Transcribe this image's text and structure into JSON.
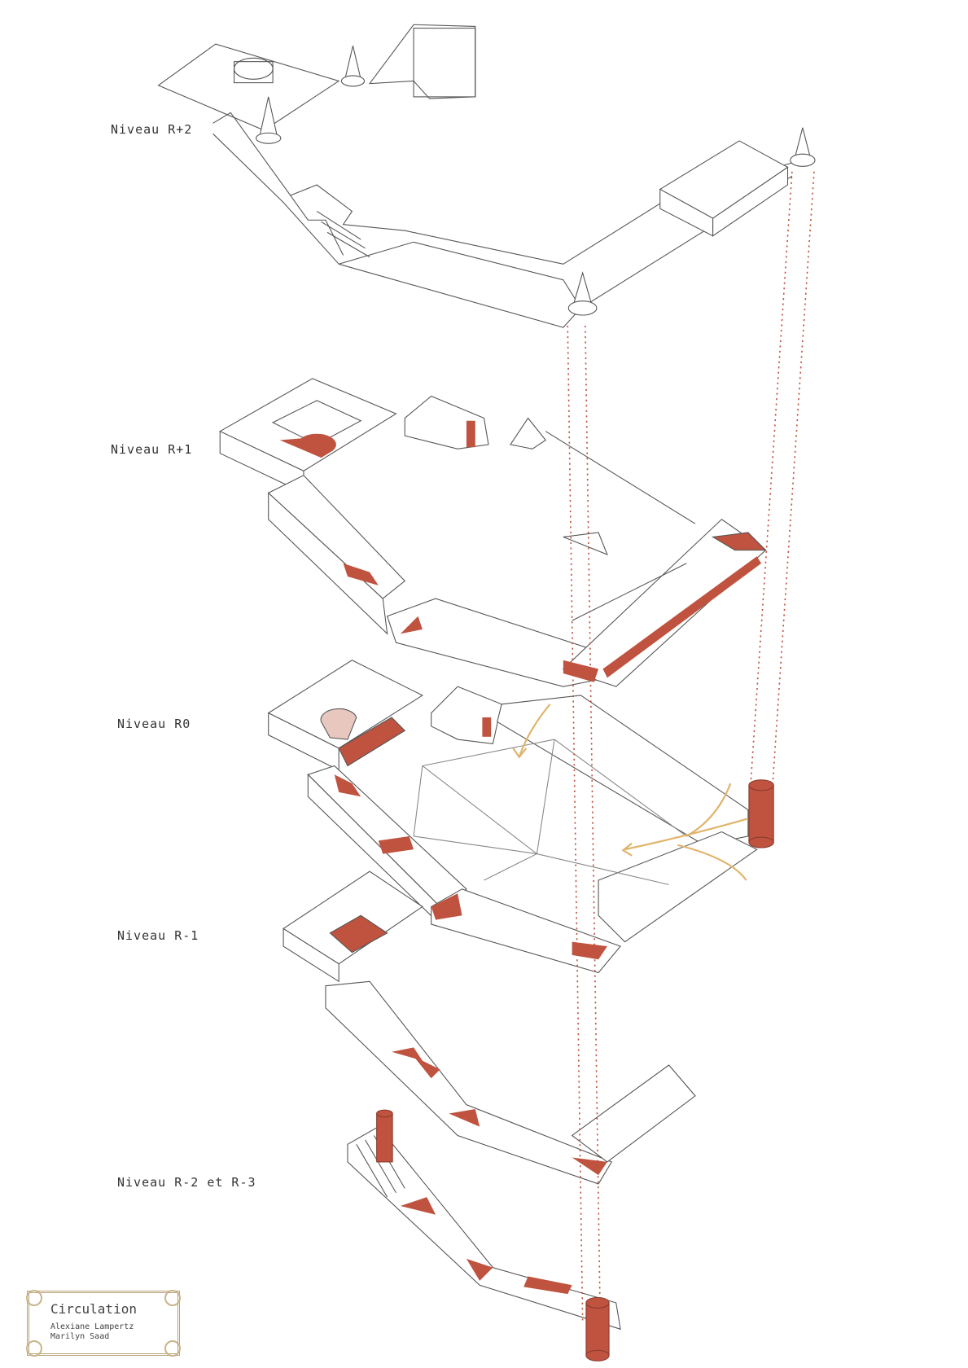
{
  "levels": [
    {
      "label": "Niveau R+2"
    },
    {
      "label": "Niveau R+1"
    },
    {
      "label": "Niveau R0"
    },
    {
      "label": "Niveau R-1"
    },
    {
      "label": "Niveau R-2 et R-3"
    }
  ],
  "cartouche": {
    "title": "Circulation",
    "authors": [
      "Alexiane Lampertz",
      "Marilyn Saad"
    ]
  },
  "colors": {
    "circulation": "#c0533f",
    "lines": "#555555",
    "flow_arrows": "#e0b36a",
    "frame": "#b9a479"
  }
}
